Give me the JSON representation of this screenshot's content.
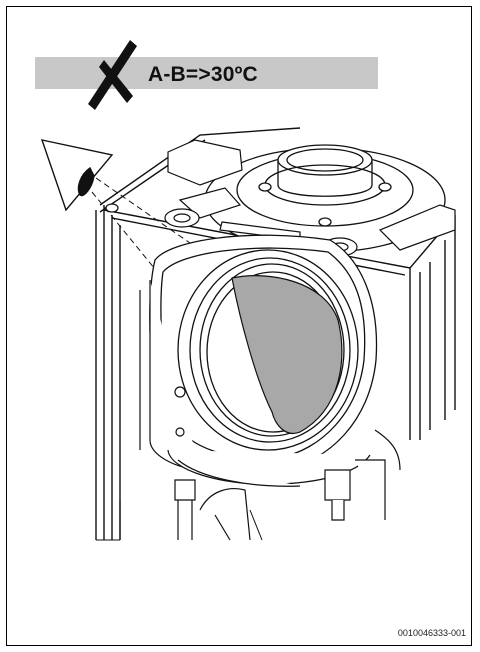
{
  "instruction": {
    "text": "A-B=>30ºC",
    "mark_icon": "cross-icon"
  },
  "figure": {
    "id": "0010046333-001"
  },
  "icons": {
    "eye": "eye-icon",
    "unit": "boiler-heat-exchanger-illustration"
  },
  "colors": {
    "banner": "#c8c8c8",
    "window_fill": "#a8a8a8",
    "line": "#111111"
  }
}
